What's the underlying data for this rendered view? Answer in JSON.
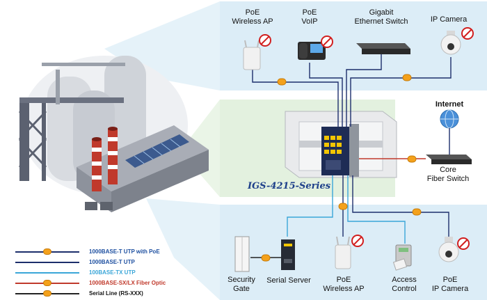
{
  "colors": {
    "utp_poe": "#1c2e6b",
    "utp": "#1c2e6b",
    "base_tx": "#3aa6d8",
    "fiber": "#c0392b",
    "serial": "#222222",
    "panel_blue": "#dcedf7",
    "panel_green": "#e3f1df"
  },
  "top_devices": [
    {
      "label_line1": "PoE",
      "label_line2": "Wireless AP",
      "icon": "wireless-ap-icon"
    },
    {
      "label_line1": "PoE",
      "label_line2": "VoIP",
      "icon": "voip-phone-icon"
    },
    {
      "label_line1": "Gigabit",
      "label_line2": "Ethernet Switch",
      "icon": "ethernet-switch-icon"
    },
    {
      "label_line1": "IP Camera",
      "label_line2": "",
      "icon": "ip-camera-icon"
    }
  ],
  "right_devices": {
    "internet": "Internet",
    "core_line1": "Core",
    "core_line2": "Fiber Switch"
  },
  "model_name": "IGS-4215-Series",
  "bottom_devices": [
    {
      "label_line1": "Security",
      "label_line2": "Gate",
      "icon": "security-gate-icon"
    },
    {
      "label_line1": "Serial Server",
      "label_line2": "",
      "icon": "serial-server-icon"
    },
    {
      "label_line1": "PoE",
      "label_line2": "Wireless AP",
      "icon": "wireless-ap-icon"
    },
    {
      "label_line1": "Access",
      "label_line2": "Control",
      "icon": "access-control-icon"
    },
    {
      "label_line1": "PoE",
      "label_line2": "IP Camera",
      "icon": "ip-camera-icon"
    }
  ],
  "legend": [
    {
      "label": "1000BASE-T UTP with PoE",
      "color": "#1c2e6b",
      "text_color": "#1d4fa0",
      "badge": true
    },
    {
      "label": "1000BASE-T UTP",
      "color": "#1c2e6b",
      "text_color": "#1d4fa0",
      "badge": false
    },
    {
      "label": "100BASE-TX UTP",
      "color": "#3aa6d8",
      "text_color": "#3aa6d8",
      "badge": false
    },
    {
      "label": "1000BASE-SX/LX Fiber Optic",
      "color": "#c0392b",
      "text_color": "#c0392b",
      "badge": true
    },
    {
      "label": "Serial Line (RS-XXX)",
      "color": "#222222",
      "text_color": "#111111",
      "badge": true
    }
  ]
}
